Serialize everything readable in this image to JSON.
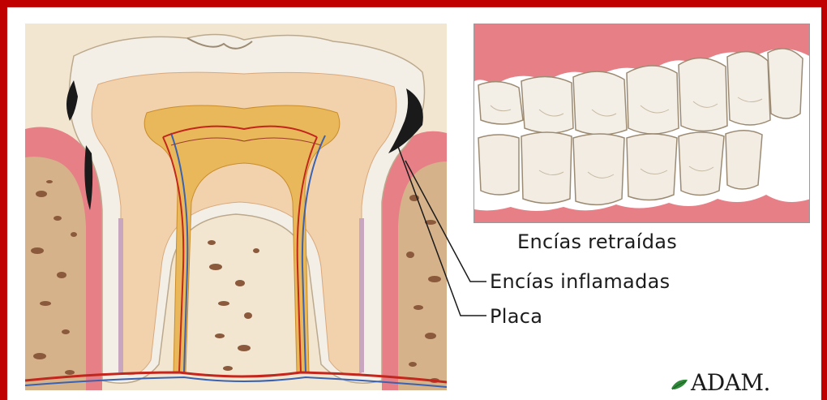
{
  "labels": {
    "receding_gums": "Encías retraídas",
    "inflamed_gums": "Encías inflamadas",
    "plaque": "Placa"
  },
  "logo": {
    "text": "ADAM."
  },
  "colors": {
    "frame": "#c00000",
    "gum": "#e77f86",
    "bone": "#d8b48e",
    "bone_spots": "#8b5a3c",
    "enamel": "#f4efe6",
    "dentin": "#f2d2ad",
    "pulp": "#e8b85a",
    "artery": "#c2261d",
    "vein": "#3a62b0",
    "plaque": "#1a1a1a"
  }
}
